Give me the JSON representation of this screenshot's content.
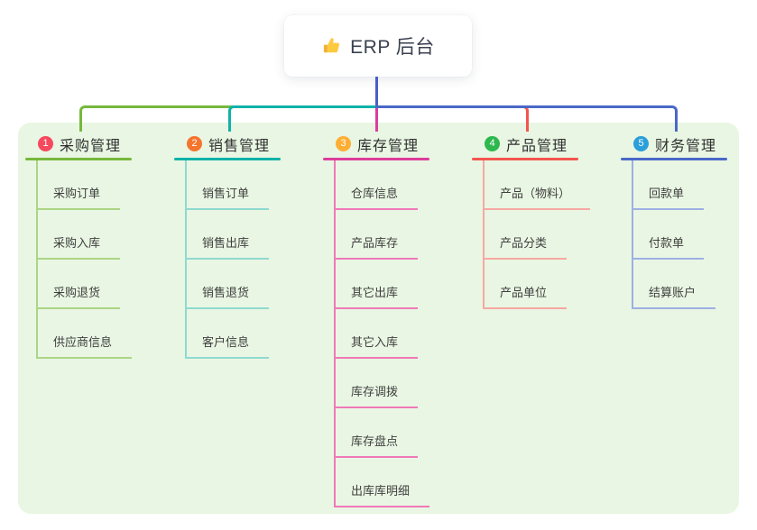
{
  "root": {
    "label": "ERP 后台",
    "icon": "thumbs-up"
  },
  "panel_bg": "#e9f6e3",
  "trunk_color": "#4a5ec9",
  "text_colors": {
    "root": "#3b4150",
    "title": "#303030",
    "child": "#3f3f3f"
  },
  "branches": [
    {
      "number": "1",
      "label": "采购管理",
      "badge_color": "#f5495f",
      "line_color": "#76b83c",
      "light_color": "#abd584",
      "children": [
        "采购订单",
        "采购入库",
        "采购退货",
        "供应商信息"
      ]
    },
    {
      "number": "2",
      "label": "销售管理",
      "badge_color": "#f4752d",
      "line_color": "#10b2a8",
      "light_color": "#8edad0",
      "children": [
        "销售订单",
        "销售出库",
        "销售退货",
        "客户信息"
      ]
    },
    {
      "number": "3",
      "label": "库存管理",
      "badge_color": "#feae33",
      "line_color": "#dc3d9b",
      "light_color": "#f078b8",
      "children": [
        "仓库信息",
        "产品库存",
        "其它出库",
        "其它入库",
        "库存调拨",
        "库存盘点",
        "出库库明细"
      ]
    },
    {
      "number": "4",
      "label": "产品管理",
      "badge_color": "#2db84e",
      "line_color": "#f2564e",
      "light_color": "#f7a8a2",
      "children": [
        "产品（物料）",
        "产品分类",
        "产品单位"
      ]
    },
    {
      "number": "5",
      "label": "财务管理",
      "badge_color": "#2b9fd9",
      "line_color": "#4a68c8",
      "light_color": "#9db0e4",
      "children": [
        "回款单",
        "付款单",
        "结算账户"
      ]
    }
  ]
}
